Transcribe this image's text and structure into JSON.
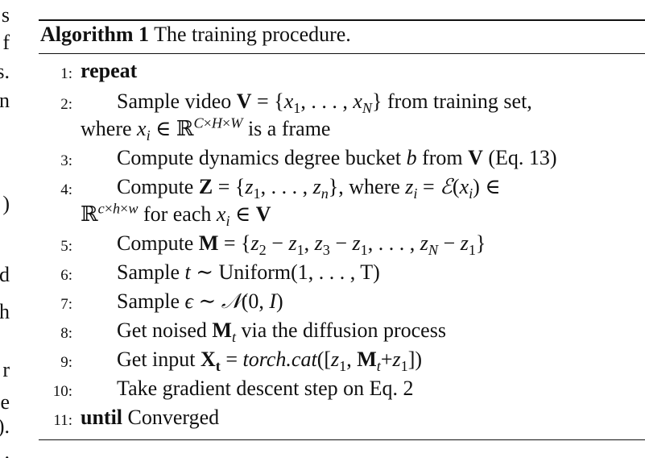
{
  "left_edge_chars": [
    "s",
    "f",
    "s.",
    "n",
    ")",
    "d",
    "h",
    "r",
    "e",
    ").",
    "."
  ],
  "algorithm": {
    "label": "Algorithm 1",
    "caption": "The training procedure.",
    "lines": [
      {
        "num": "1:",
        "text": "repeat"
      },
      {
        "num": "2:",
        "a": "Sample video",
        "b": "from training set,",
        "cont_a": "where",
        "cont_b": "is a frame"
      },
      {
        "num": "3:",
        "a": "Compute dynamics degree bucket",
        "b": "from",
        "c": "(Eq. 13)"
      },
      {
        "num": "4:",
        "a": "Compute",
        "b": ", where",
        "cont_b": "for each"
      },
      {
        "num": "5:",
        "a": "Compute"
      },
      {
        "num": "6:",
        "a": "Sample",
        "b": "Uniform(1, . . . , T)"
      },
      {
        "num": "7:",
        "a": "Sample"
      },
      {
        "num": "8:",
        "a": "Get noised",
        "b": "via the diffusion process"
      },
      {
        "num": "9:",
        "a": "Get input",
        "b": "=",
        "c": "torch.cat"
      },
      {
        "num": "10:",
        "a": "Take gradient descent step on Eq. 2"
      },
      {
        "num": "11:",
        "kw": "until",
        "a": "Converged"
      }
    ]
  }
}
